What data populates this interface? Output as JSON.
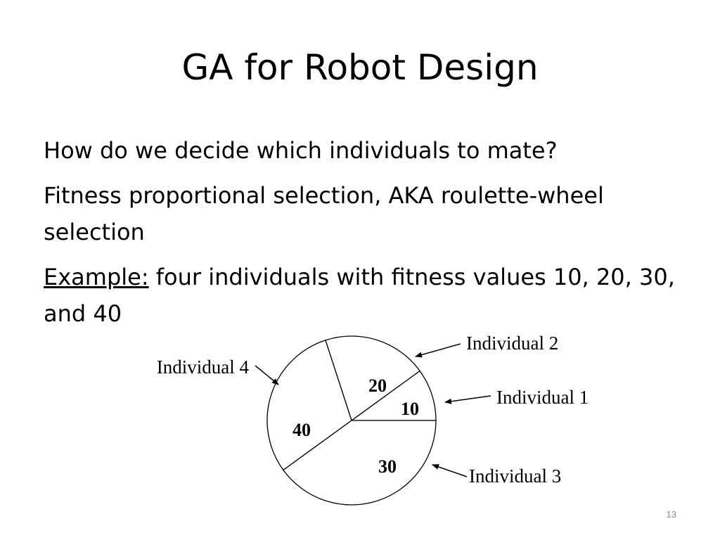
{
  "slide": {
    "title": "GA for Robot Design",
    "bullets": [
      {
        "text": "How do we decide which individuals to mate?"
      },
      {
        "text": "Fitness proportional selection, AKA roulette-wheel selection"
      },
      {
        "prefix": "Example:",
        "text": " four individuals with fitness values 10, 20, 30, and 40"
      }
    ],
    "page_number": "13"
  },
  "chart_data": {
    "type": "pie",
    "slices": [
      {
        "label": "Individual 1",
        "value": 10
      },
      {
        "label": "Individual 2",
        "value": 20
      },
      {
        "label": "Individual 3",
        "value": 30
      },
      {
        "label": "Individual 4",
        "value": 40
      }
    ],
    "title": "",
    "colors": {
      "fill": "#ffffff",
      "stroke": "#000000"
    }
  }
}
